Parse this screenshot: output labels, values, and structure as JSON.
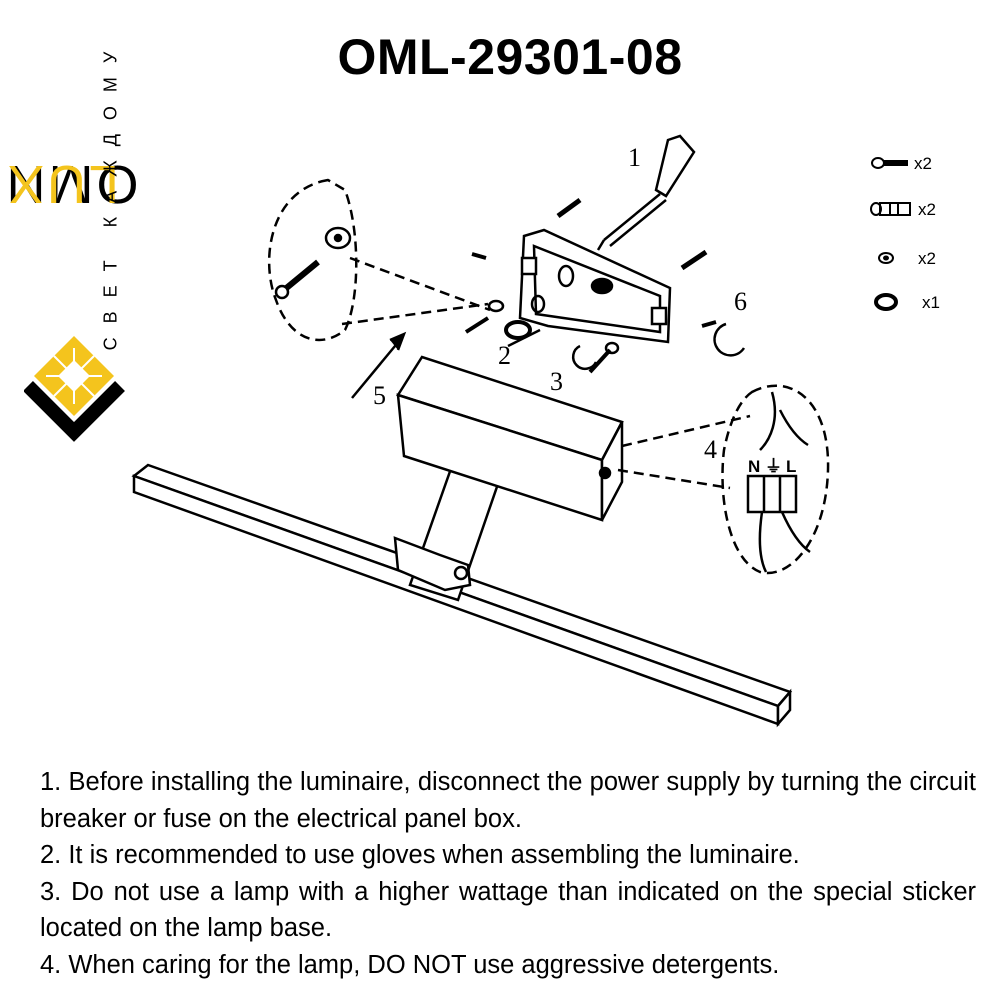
{
  "title": "OML-29301-08",
  "brand": {
    "name_part1": "OMNI",
    "name_part2": "LUX",
    "slogan": "СВЕТ КАЖДОМУ",
    "accent_color": "#F4C41D",
    "logo_icon": "diamond-sun-icon"
  },
  "diagram": {
    "step_labels": [
      "1",
      "2",
      "3",
      "4",
      "5",
      "6"
    ],
    "wire_labels": {
      "neutral": "N",
      "earth": "⏚",
      "live": "L"
    },
    "parts": [
      {
        "icon": "screw-icon",
        "qty": "x2"
      },
      {
        "icon": "wall-plug-icon",
        "qty": "x2"
      },
      {
        "icon": "washer-icon",
        "qty": "x2"
      },
      {
        "icon": "gasket-ring-icon",
        "qty": "x1"
      }
    ]
  },
  "instructions": [
    "1. Before installing the luminaire, disconnect the power supply by turning the circuit breaker or fuse on the electrical panel box.",
    "2. It is recommended to use gloves when assembling the luminaire.",
    "3. Do not use a lamp with a higher wattage than indicated on the special sticker located on the lamp base.",
    "4. When caring for the lamp, DO NOT use aggressive detergents."
  ]
}
